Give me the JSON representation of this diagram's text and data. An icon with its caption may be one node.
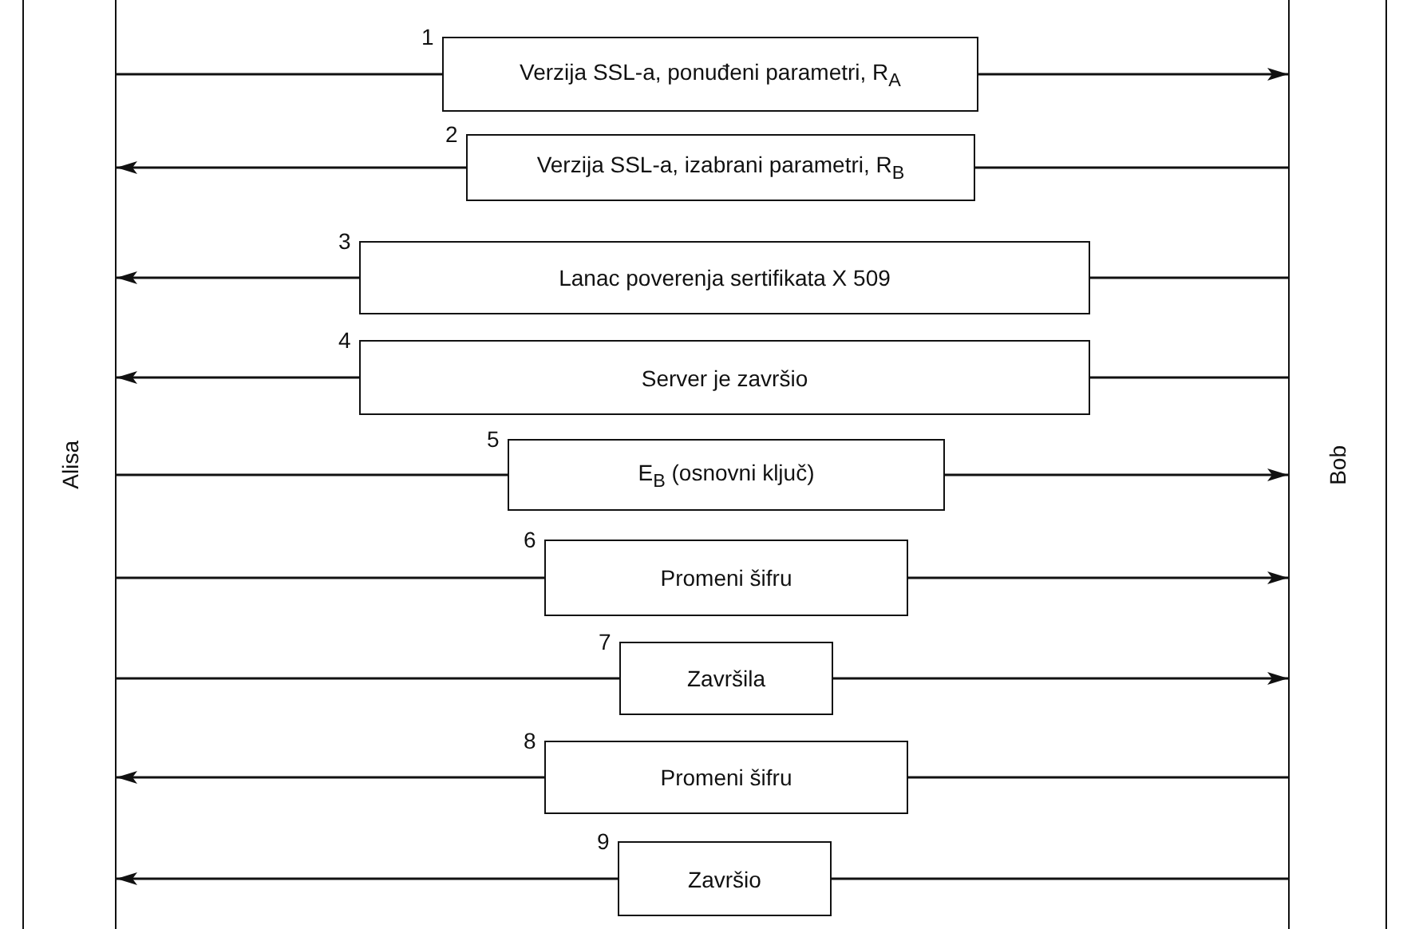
{
  "diagram": {
    "nodes": [
      {
        "text": [
          "Alisa"
        ]
      },
      {
        "text": [
          "Bob"
        ]
      },
      {
        "text": [
          "Verzija SSL-a, ponuđeni parametri, R$_{A}$"
        ],
        "beside": [
          "1"
        ]
      },
      {
        "text": [
          "Verzija SSL-a, izabrani parametri, R$_{B}$"
        ],
        "beside": [
          "2"
        ]
      },
      {
        "text": [
          "Lanac poverenja sertifikata X 509"
        ],
        "beside": [
          "3"
        ]
      },
      {
        "text": [
          "Server je završio"
        ],
        "beside": [
          "4"
        ]
      },
      {
        "text": [
          "E$_{B}$ (osnovni ključ)"
        ],
        "beside": [
          "5"
        ]
      },
      {
        "text": [
          "Promeni šifru"
        ],
        "beside": [
          "6"
        ]
      },
      {
        "text": [
          "Završila"
        ],
        "beside": [
          "7"
        ]
      },
      {
        "text": [
          "Promeni šifru"
        ],
        "beside": [
          "8"
        ]
      },
      {
        "text": [
          "Završio"
        ],
        "beside": [
          "9"
        ]
      }
    ],
    "edges": [
      {
        "from": 0,
        "to": 2,
        "arrow": "none"
      },
      {
        "from": 2,
        "to": 1,
        "arrow": "to"
      },
      {
        "from": 1,
        "to": 3,
        "arrow": "none"
      },
      {
        "from": 3,
        "to": 0,
        "arrow": "to"
      },
      {
        "from": 1,
        "to": 4,
        "arrow": "none"
      },
      {
        "from": 4,
        "to": 0,
        "arrow": "to"
      },
      {
        "from": 1,
        "to": 5,
        "arrow": "none"
      },
      {
        "from": 5,
        "to": 0,
        "arrow": "to"
      },
      {
        "from": 0,
        "to": 6,
        "arrow": "none"
      },
      {
        "from": 6,
        "to": 1,
        "arrow": "to"
      },
      {
        "from": 0,
        "to": 7,
        "arrow": "none"
      },
      {
        "from": 7,
        "to": 1,
        "arrow": "to"
      },
      {
        "from": 0,
        "to": 8,
        "arrow": "none"
      },
      {
        "from": 8,
        "to": 1,
        "arrow": "to"
      },
      {
        "from": 1,
        "to": 9,
        "arrow": "none"
      },
      {
        "from": 9,
        "to": 0,
        "arrow": "to"
      },
      {
        "from": 1,
        "to": 10,
        "arrow": "none"
      },
      {
        "from": 10,
        "to": 0,
        "arrow": "to"
      }
    ]
  }
}
